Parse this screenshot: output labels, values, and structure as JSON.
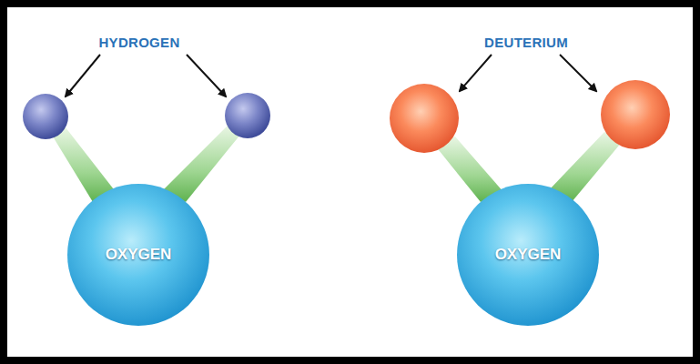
{
  "diagram": {
    "nodes": [
      {
        "text": [
          "OXYGEN"
        ]
      },
      {
        "text": [
          "OXYGEN"
        ]
      }
    ],
    "labels": [
      "HYDROGEN",
      "DEUTERIUM"
    ]
  }
}
